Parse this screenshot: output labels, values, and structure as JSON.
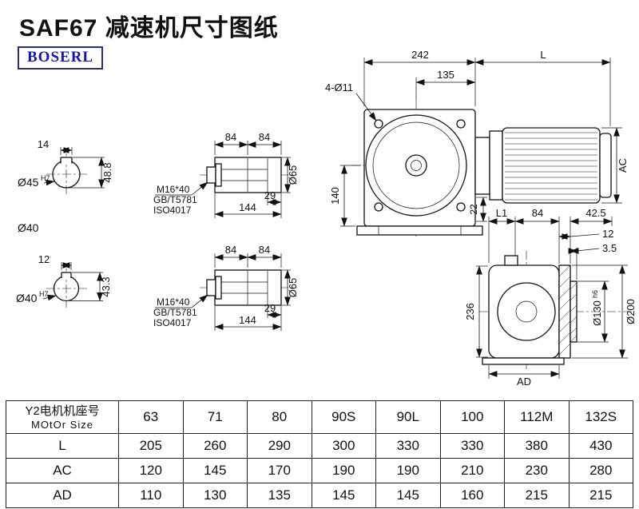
{
  "page": {
    "title": "SAF67 减速机尺寸图纸",
    "logo": "BOSERL"
  },
  "main_view": {
    "dim_width": "242",
    "dim_motor_len": "L",
    "dim_flange_offset": "135",
    "bolt_callout": "4-Ø11",
    "dim_height_center": "140",
    "dim_motor_dia": "AC",
    "dim_foot": "22"
  },
  "shaft_section_top": {
    "keyway_width": "14",
    "bore": "Ø45",
    "bore_fit": "H7",
    "keyway_depth": "48.8"
  },
  "shaft_label_mid": "Ø40",
  "shaft_section_bottom": {
    "keyway_width": "12",
    "bore": "Ø40",
    "bore_fit": "H7",
    "keyway_depth": "43.3"
  },
  "shaft_detail_top": {
    "seg1": "84",
    "seg2": "84",
    "dim_29": "29",
    "total": "144",
    "dia": "Ø65",
    "bolt1": "M16*40",
    "bolt2": "GB/T5781",
    "bolt3": "ISO4017"
  },
  "shaft_detail_bottom": {
    "seg1": "84",
    "seg2": "84",
    "dim_29": "29",
    "total": "144",
    "dia": "Ø65",
    "bolt1": "M16*40",
    "bolt2": "GB/T5781",
    "bolt3": "ISO4017"
  },
  "side_view": {
    "dim_l1": "L1",
    "dim_84": "84",
    "dim_425": "42.5",
    "dim_12": "12",
    "dim_35": "3.5",
    "dim_236": "236",
    "spigot": "Ø130",
    "spigot_fit": "h6",
    "flange": "Ø200",
    "dim_ad": "AD"
  },
  "table": {
    "motor_header_cn": "Y2电机机座号",
    "motor_header_en": "MOtOr Size",
    "motor_sizes": [
      "63",
      "71",
      "80",
      "90S",
      "90L",
      "100",
      "112M",
      "132S"
    ],
    "rows": [
      {
        "label": "L",
        "values": [
          "205",
          "260",
          "290",
          "300",
          "330",
          "330",
          "380",
          "430"
        ]
      },
      {
        "label": "AC",
        "values": [
          "120",
          "145",
          "170",
          "190",
          "190",
          "210",
          "230",
          "280"
        ]
      },
      {
        "label": "AD",
        "values": [
          "110",
          "130",
          "135",
          "145",
          "145",
          "160",
          "215",
          "215"
        ]
      }
    ]
  }
}
